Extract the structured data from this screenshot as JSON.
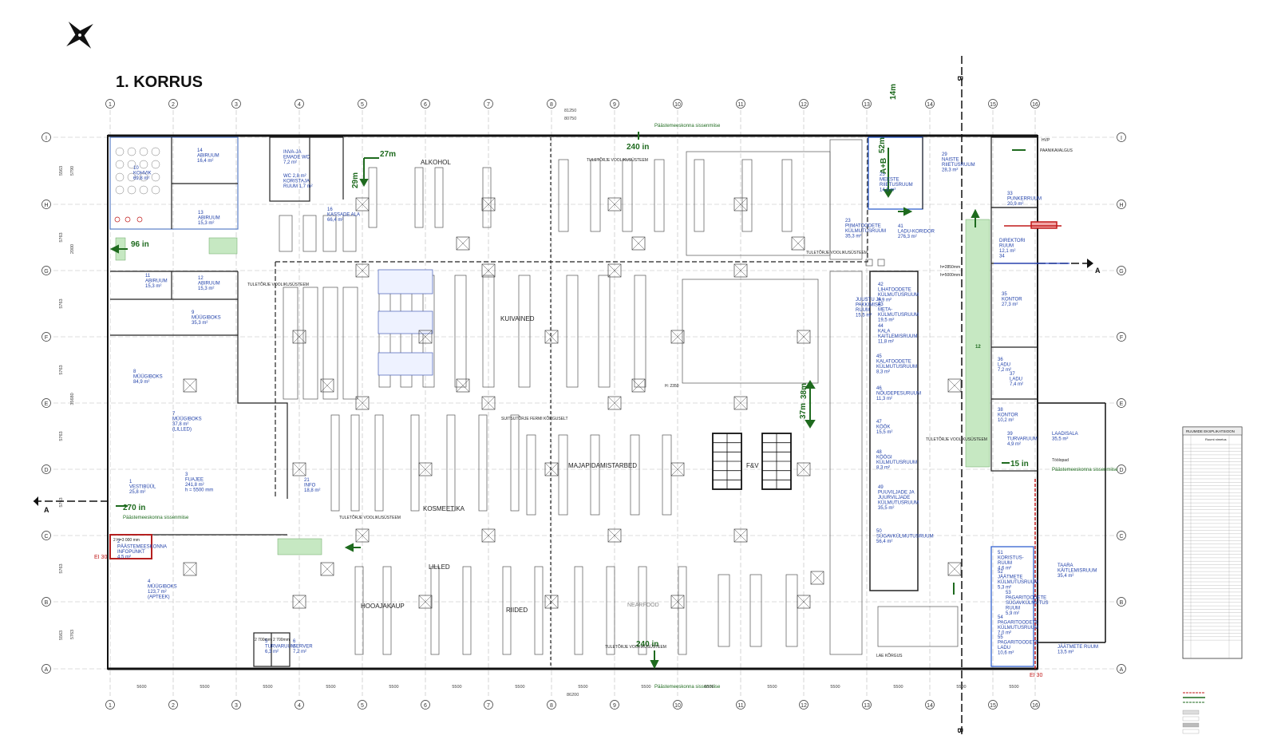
{
  "title": "1. KORRUS",
  "axes": {
    "columns": [
      "1",
      "2",
      "3",
      "4",
      "5",
      "6",
      "7",
      "8",
      "9",
      "10",
      "11",
      "12",
      "13",
      "14",
      "15",
      "16"
    ],
    "rows": [
      "I",
      "H",
      "G",
      "F",
      "E",
      "D",
      "C",
      "B",
      "A"
    ]
  },
  "dimensions": {
    "total_top_1": "81250",
    "total_top_2": "80750",
    "total_bottom": "86200",
    "bays_bottom": [
      "5600",
      "5500",
      "5500",
      "5500",
      "5500",
      "5500",
      "5500",
      "5500",
      "5500",
      "5500",
      "5500",
      "5500",
      "5500",
      "5500",
      "5500"
    ],
    "rows_left": [
      "5563",
      "5763",
      "5763",
      "5763",
      "5763",
      "5763",
      "5763",
      "5563"
    ],
    "rows_left_outer": [
      "5790",
      "2000",
      "35680",
      "5763"
    ]
  },
  "departments": [
    {
      "id": "alkohol",
      "label": "ALKOHOL"
    },
    {
      "id": "kuivained",
      "label": "KUIVAINED"
    },
    {
      "id": "majapidamistarbed",
      "label": "MAJAPIDAMISTARBED"
    },
    {
      "id": "kosmeetika",
      "label": "KOSMEETIKA"
    },
    {
      "id": "lilled",
      "label": "LILLED"
    },
    {
      "id": "hooajakaup",
      "label": "HOOAJAKAUP"
    },
    {
      "id": "riided",
      "label": "RIIDED"
    },
    {
      "id": "fv",
      "label": "F&V"
    }
  ],
  "rooms": [
    {
      "id": "r14",
      "lines": [
        "14",
        "ABIRUUM",
        "16,4 m²"
      ]
    },
    {
      "id": "r10",
      "lines": [
        "10",
        "KOHVIK",
        "69,8 m²"
      ]
    },
    {
      "id": "r13",
      "lines": [
        "13",
        "ABIRUUM",
        "15,3 m²"
      ]
    },
    {
      "id": "r11",
      "lines": [
        "11",
        "ABIRUUM",
        "15,3 m²"
      ]
    },
    {
      "id": "r12",
      "lines": [
        "12",
        "ABIRUUM",
        "15,3 m²"
      ]
    },
    {
      "id": "r9",
      "lines": [
        "9",
        "MÜÜGIBOKS",
        "35,3 m²"
      ]
    },
    {
      "id": "r8",
      "lines": [
        "8",
        "MÜÜGIBOKS",
        "84,9 m²"
      ]
    },
    {
      "id": "r7",
      "lines": [
        "7",
        "MÜÜGIBOKS",
        "37,8 m²",
        "(LILLED)"
      ]
    },
    {
      "id": "r3",
      "lines": [
        "3",
        "FUAJEE",
        "241,8 m²",
        "h = 5500 mm"
      ]
    },
    {
      "id": "r1",
      "lines": [
        "1",
        "VESTIBÜÜL",
        "25,8 m²"
      ]
    },
    {
      "id": "r21",
      "lines": [
        "21",
        "INFO",
        "18,8 m²"
      ]
    },
    {
      "id": "r4",
      "lines": [
        "4",
        "MÜÜGIBOKS",
        "123,7 m²",
        "(APTEEK)"
      ]
    },
    {
      "id": "r2",
      "lines": [
        "2",
        "PÄÄSTEMEESKONNA",
        "INFOPUNKT",
        "4,5 m²"
      ]
    },
    {
      "id": "r5",
      "lines": [
        "5",
        "TURVARUUM",
        "6,3 m²"
      ]
    },
    {
      "id": "r6",
      "lines": [
        "6",
        "SERVER",
        "7,2 m²"
      ]
    },
    {
      "id": "r16",
      "lines": [
        "16",
        "KASSADE ALA",
        "66,4 m²"
      ]
    },
    {
      "id": "rwc1",
      "lines": [
        "INVA-JA",
        "EMADE WC",
        "7,2 m²"
      ]
    },
    {
      "id": "rwc2",
      "lines": [
        "WC 2,8 m²",
        "KORISTAJA",
        "RUUM 1,7 m²"
      ]
    },
    {
      "id": "r23",
      "lines": [
        "23",
        "PIIMATOODETE",
        "KÜLMUTUSRUUM",
        "35,3 m²"
      ]
    },
    {
      "id": "r41",
      "lines": [
        "41",
        "LADU-KORIDOR",
        "276,3 m²"
      ]
    },
    {
      "id": "r25",
      "lines": [
        "25",
        "MEESTE",
        "RIIETUSRUUM",
        "14,5 m²"
      ]
    },
    {
      "id": "r29",
      "lines": [
        "29",
        "NAISTE",
        "RIIETUSRUUM",
        "28,3 m²"
      ]
    },
    {
      "id": "r33",
      "lines": [
        "33",
        "PUNKERRUUM",
        "20,9 m²"
      ]
    },
    {
      "id": "r34",
      "lines": [
        "DIREKTORI",
        "RUUM",
        "12,1 m²",
        "34"
      ]
    },
    {
      "id": "r35",
      "lines": [
        "35",
        "KONTOR",
        "27,3 m²"
      ]
    },
    {
      "id": "r36",
      "lines": [
        "36",
        "LADU",
        "7,2 m²"
      ]
    },
    {
      "id": "r37",
      "lines": [
        "37",
        "LADU",
        "7,4 m²"
      ]
    },
    {
      "id": "r38",
      "lines": [
        "38",
        "KONTOR",
        "10,2 m²"
      ]
    },
    {
      "id": "r39",
      "lines": [
        "39",
        "TURVARUUM",
        "4,9 m²"
      ]
    },
    {
      "id": "r42",
      "lines": [
        "42",
        "LIHATOODETE",
        "KÜLMUTUSRUUM",
        "9,9 m²"
      ]
    },
    {
      "id": "r43",
      "lines": [
        "43",
        "META-",
        "KÜLMUTUSRUUM",
        "19,5 m²"
      ]
    },
    {
      "id": "rjuust",
      "lines": [
        "JUUSTU JA",
        "PAKKIMISE",
        "RUUM",
        "15,5 m²"
      ]
    },
    {
      "id": "r44",
      "lines": [
        "44",
        "KALA",
        "KAITLEMISRUUM",
        "11,8 m²"
      ]
    },
    {
      "id": "r45",
      "lines": [
        "45",
        "KALATOODETE",
        "KÜLMUTUSRUUM",
        "8,3 m²"
      ]
    },
    {
      "id": "r46",
      "lines": [
        "46",
        "NÕUDEPESURUUM",
        "11,3 m²"
      ]
    },
    {
      "id": "r47",
      "lines": [
        "47",
        "KÖÖK",
        "15,5 m²"
      ]
    },
    {
      "id": "r48",
      "lines": [
        "48",
        "KÖÖGI",
        "KÜLMUTUSRUUM",
        "8,3 m²"
      ]
    },
    {
      "id": "r49",
      "lines": [
        "49",
        "PUUVILJADE JA",
        "JUURVILJADE",
        "KÜLMUTUSRUUM",
        "35,5 m²"
      ]
    },
    {
      "id": "r50",
      "lines": [
        "50",
        "SÜGAVKÜLMUTUSRUUM",
        "56,4 m²"
      ]
    },
    {
      "id": "r51",
      "lines": [
        "51",
        "KORISTUS-",
        "RUUM",
        "4,6 m²"
      ]
    },
    {
      "id": "r52",
      "lines": [
        "52",
        "JÄÄTMETE",
        "KÜLMUTUSRUUM",
        "5,3 m²"
      ]
    },
    {
      "id": "r53",
      "lines": [
        "53",
        "PAGARITOODETE",
        "SÜGAVKÜLMUTUS",
        "RUUM",
        "5,9 m²"
      ]
    },
    {
      "id": "r54",
      "lines": [
        "54",
        "PAGARITOODETE",
        "KÜLMUTUSRUUM",
        "7,0 m²"
      ]
    },
    {
      "id": "r55",
      "lines": [
        "55",
        "PAGARITOODETE",
        "LADU",
        "10,6 m²"
      ]
    },
    {
      "id": "rladsala",
      "lines": [
        "LAADISALA",
        "35,5 m²"
      ]
    },
    {
      "id": "rtaara",
      "lines": [
        "TAARA",
        "KÄITLEMISRUUM",
        "35,4 m²"
      ]
    },
    {
      "id": "rjaatmed",
      "lines": [
        "JÄÄTMETE RUUM",
        "13,5 m²"
      ]
    }
  ],
  "occupancy": [
    {
      "id": "occ-96",
      "label": "96 in"
    },
    {
      "id": "occ-270",
      "label": "270 in"
    },
    {
      "id": "occ-27m",
      "label": "27m"
    },
    {
      "id": "occ-29m",
      "label": "29m"
    },
    {
      "id": "occ-240-top",
      "label": "240 in"
    },
    {
      "id": "occ-240-bot",
      "label": "240 in"
    },
    {
      "id": "occ-37m",
      "label": "37m"
    },
    {
      "id": "occ-38m",
      "label": "38m"
    },
    {
      "id": "occ-14m",
      "label": "14m"
    },
    {
      "id": "occ-52m",
      "label": "52m"
    },
    {
      "id": "occ-ab",
      "label": "A+B"
    },
    {
      "id": "occ-15",
      "label": "15 in"
    },
    {
      "id": "occ-12",
      "label": "12"
    }
  ],
  "notes": {
    "paaste_1": "Päästemeeskonna sissenmiise",
    "paaste_2": "Päästemeeskonna sissenmiise",
    "paaste_3": "Päästemeeskonna sissenmiise",
    "paaste_4": "Päästemeeskonna sissenmiise",
    "tuletorje_1": "TULETÕRJE VOOLIKUSÜSTEEM",
    "tuletorje_2": "TULETÕRJE VOOLIKUSÜSTEEM",
    "tuletorje_3": "TULETÕRJE VOOLIKUSÜSTEEM",
    "tuletorje_4": "TULETÕRJE VOOLIKUSÜSTEEM",
    "tuletorje_5": "TULETÕRJE VOOLIKUSÜSTEEM",
    "tuletorje_6": "TULETÕRJE VOOLIKUSÜSTEEM",
    "hvp": "HVP",
    "paanikavalgus": "PAANIKAVALGUS",
    "toolopad": "Töölopad",
    "ei30_1": "EI 30",
    "ei30_2": "EI 30",
    "h2850": "h=2850mm",
    "h5000": "h=5000mm",
    "suitsu": "SUITSUTÕRJE FERMI KÕRGUSELT",
    "nearfood": "NEARFOOD",
    "korgus": "LAE KÕRGUS",
    "h2350": "H: 2350",
    "height_2_3000": "2 H=3 000 mm",
    "h2700a": "2 700mm",
    "h2700b": "2 700mm"
  },
  "section_marks": [
    "A",
    "A",
    "B",
    "B"
  ],
  "legend": {
    "title": "RUUMIDE EKSPLIKATSIOON",
    "col": "Ruumi nimetus"
  }
}
